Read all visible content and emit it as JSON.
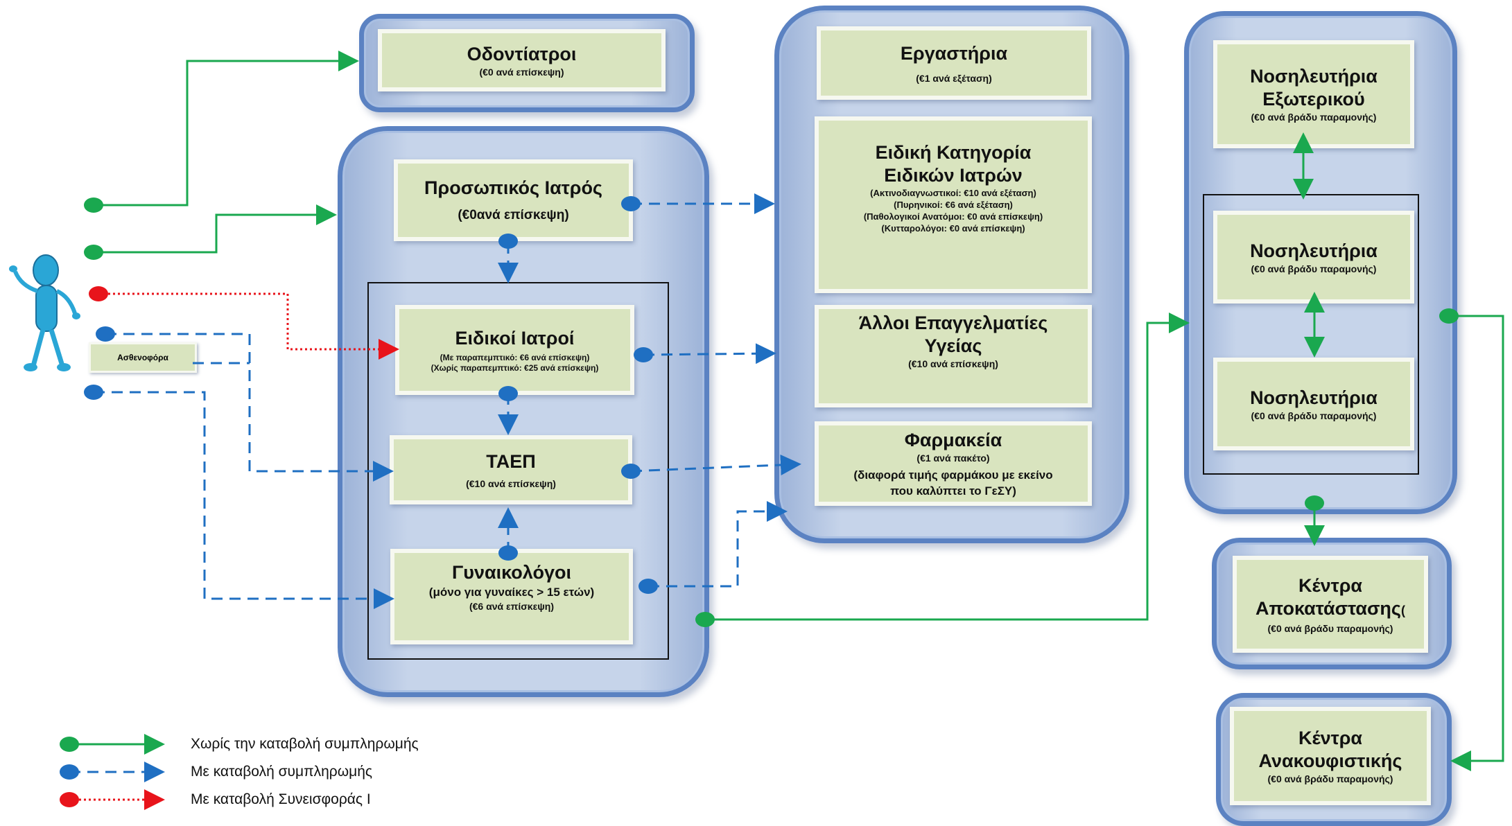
{
  "nodes": {
    "dentists": {
      "title": "Οδοντίατροι",
      "sub": "(€0 ανά επίσκεψη)"
    },
    "personal_doctor": {
      "title": "Προσωπικός Ιατρός",
      "sub": "(€0ανά επίσκεψη)"
    },
    "specialists": {
      "title": "Ειδικοί Ιατροί",
      "sub1": "(Με παραπεμπτικό:  €6 ανά επίσκεψη)",
      "sub2": "(Χωρίς παραπεμπτικό: €25 ανά επίσκεψη)"
    },
    "taep": {
      "title": "ΤΑΕΠ",
      "sub": "(€10 ανά επίσκεψη)"
    },
    "gynecologists": {
      "title": "Γυναικολόγοι",
      "sub1": "(μόνο για γυναίκες > 15 ετών)",
      "sub2": "(€6 ανά επίσκεψη)"
    },
    "labs": {
      "title": "Εργαστήρια",
      "sub": "(€1 ανά εξέταση)"
    },
    "special_category": {
      "title1": "Ειδική Κατηγορία",
      "title2": "Ειδικών Ιατρών",
      "lines": [
        "(Ακτινοδιαγνωστικοί: €10 ανά εξέταση)",
        "(Πυρηνικοί: €6 ανά εξέταση)",
        "(Παθολογικοί Ανατόμοι: €0 ανά επίσκεψη)",
        "(Κυτταρολόγοι: €0 ανά επίσκεψη)"
      ]
    },
    "other_professionals": {
      "title1": "Άλλοι Επαγγελματίες",
      "title2": "Υγείας",
      "sub": "(€10 ανά επίσκεψη)"
    },
    "pharmacies": {
      "title": "Φαρμακεία",
      "sub1": "(€1 ανά πακέτο)",
      "sub2": "(διαφορά τιμής φαρμάκου με εκείνο",
      "sub3": "που καλύπτει το ΓεΣΥ)"
    },
    "hospital_abroad": {
      "title1": "Νοσηλευτήρια",
      "title2": "Εξωτερικού",
      "sub": "(€0 ανά  βράδυ παραμονής)"
    },
    "hospital_1": {
      "title": "Νοσηλευτήρια",
      "sub": "(€0 ανά  βράδυ παραμονής)"
    },
    "hospital_2": {
      "title": "Νοσηλευτήρια",
      "sub": "(€0 ανά  βράδυ παραμονής)"
    },
    "rehab": {
      "title1": "Κέντρα",
      "title2": "Αποκατάστασης",
      "title2_suffix": "(",
      "sub": "(€0 ανά  βράδυ παραμονής)"
    },
    "palliative": {
      "title1": "Κέντρα",
      "title2": "Ανακουφιστικής",
      "sub": "(€0 ανά  βράδυ παραμονής)"
    },
    "ambulance": {
      "label": "Ασθενοφόρα"
    }
  },
  "legend": [
    {
      "label": "Χωρίς την καταβολή συμπληρωμής",
      "color": "#1aa84f",
      "style": "solid"
    },
    {
      "label": "Με καταβολή συμπληρωμής",
      "color": "#1f6fc2",
      "style": "dashed"
    },
    {
      "label": "Με καταβολή Συνεισφοράς Ι",
      "color": "#e8141b",
      "style": "dotted"
    }
  ],
  "colors": {
    "green": "#1aa84f",
    "blue": "#1f6fc2",
    "red": "#e8141b",
    "panel": "#5b82c2",
    "box": "#d9e4bf"
  },
  "icons": {
    "person": "person-figure-icon"
  }
}
